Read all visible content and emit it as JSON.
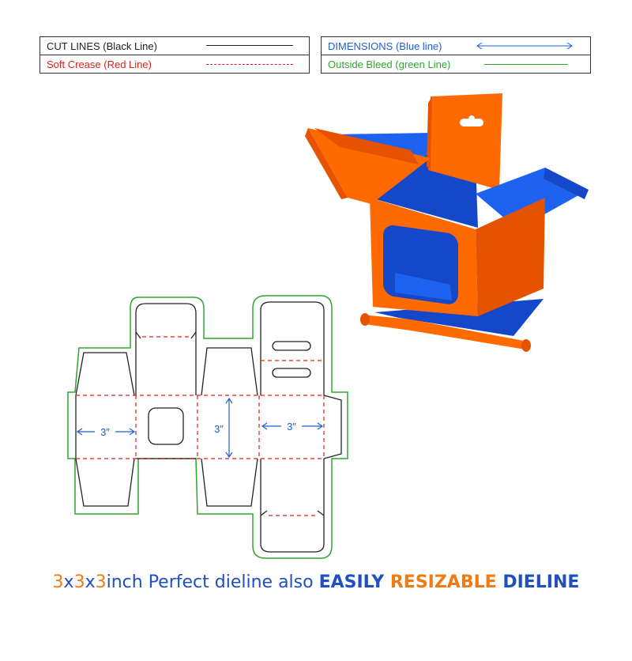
{
  "legend": {
    "cut_lines": "CUT LINES (Black Line)",
    "soft_crease": "Soft Crease (Red Line)",
    "dimensions": "DIMENSIONS (Blue line)",
    "outside_bleed": "Outside Bleed (green Line)"
  },
  "colors": {
    "cut": "#222222",
    "crease": "#e0201d",
    "dimension": "#1f5fd0",
    "bleed": "#2fa52f",
    "box_orange": "#ff6a00",
    "box_orange_dark": "#e65300",
    "box_blue": "#1e63f0",
    "box_blue_dark": "#1448c8",
    "caption_orange": "#f07b12",
    "caption_blue": "#1f4fc0"
  },
  "dimensions": {
    "width": "3″",
    "height": "3″",
    "depth": "3″"
  },
  "caption": {
    "size_a": "3",
    "x1": "x",
    "size_b": "3",
    "x2": "x",
    "size_c": "3",
    "rest": "inch Perfect dieline also ",
    "easily": "EASILY ",
    "resizable": "RESIZABLE ",
    "dieline": "DIELINE"
  }
}
